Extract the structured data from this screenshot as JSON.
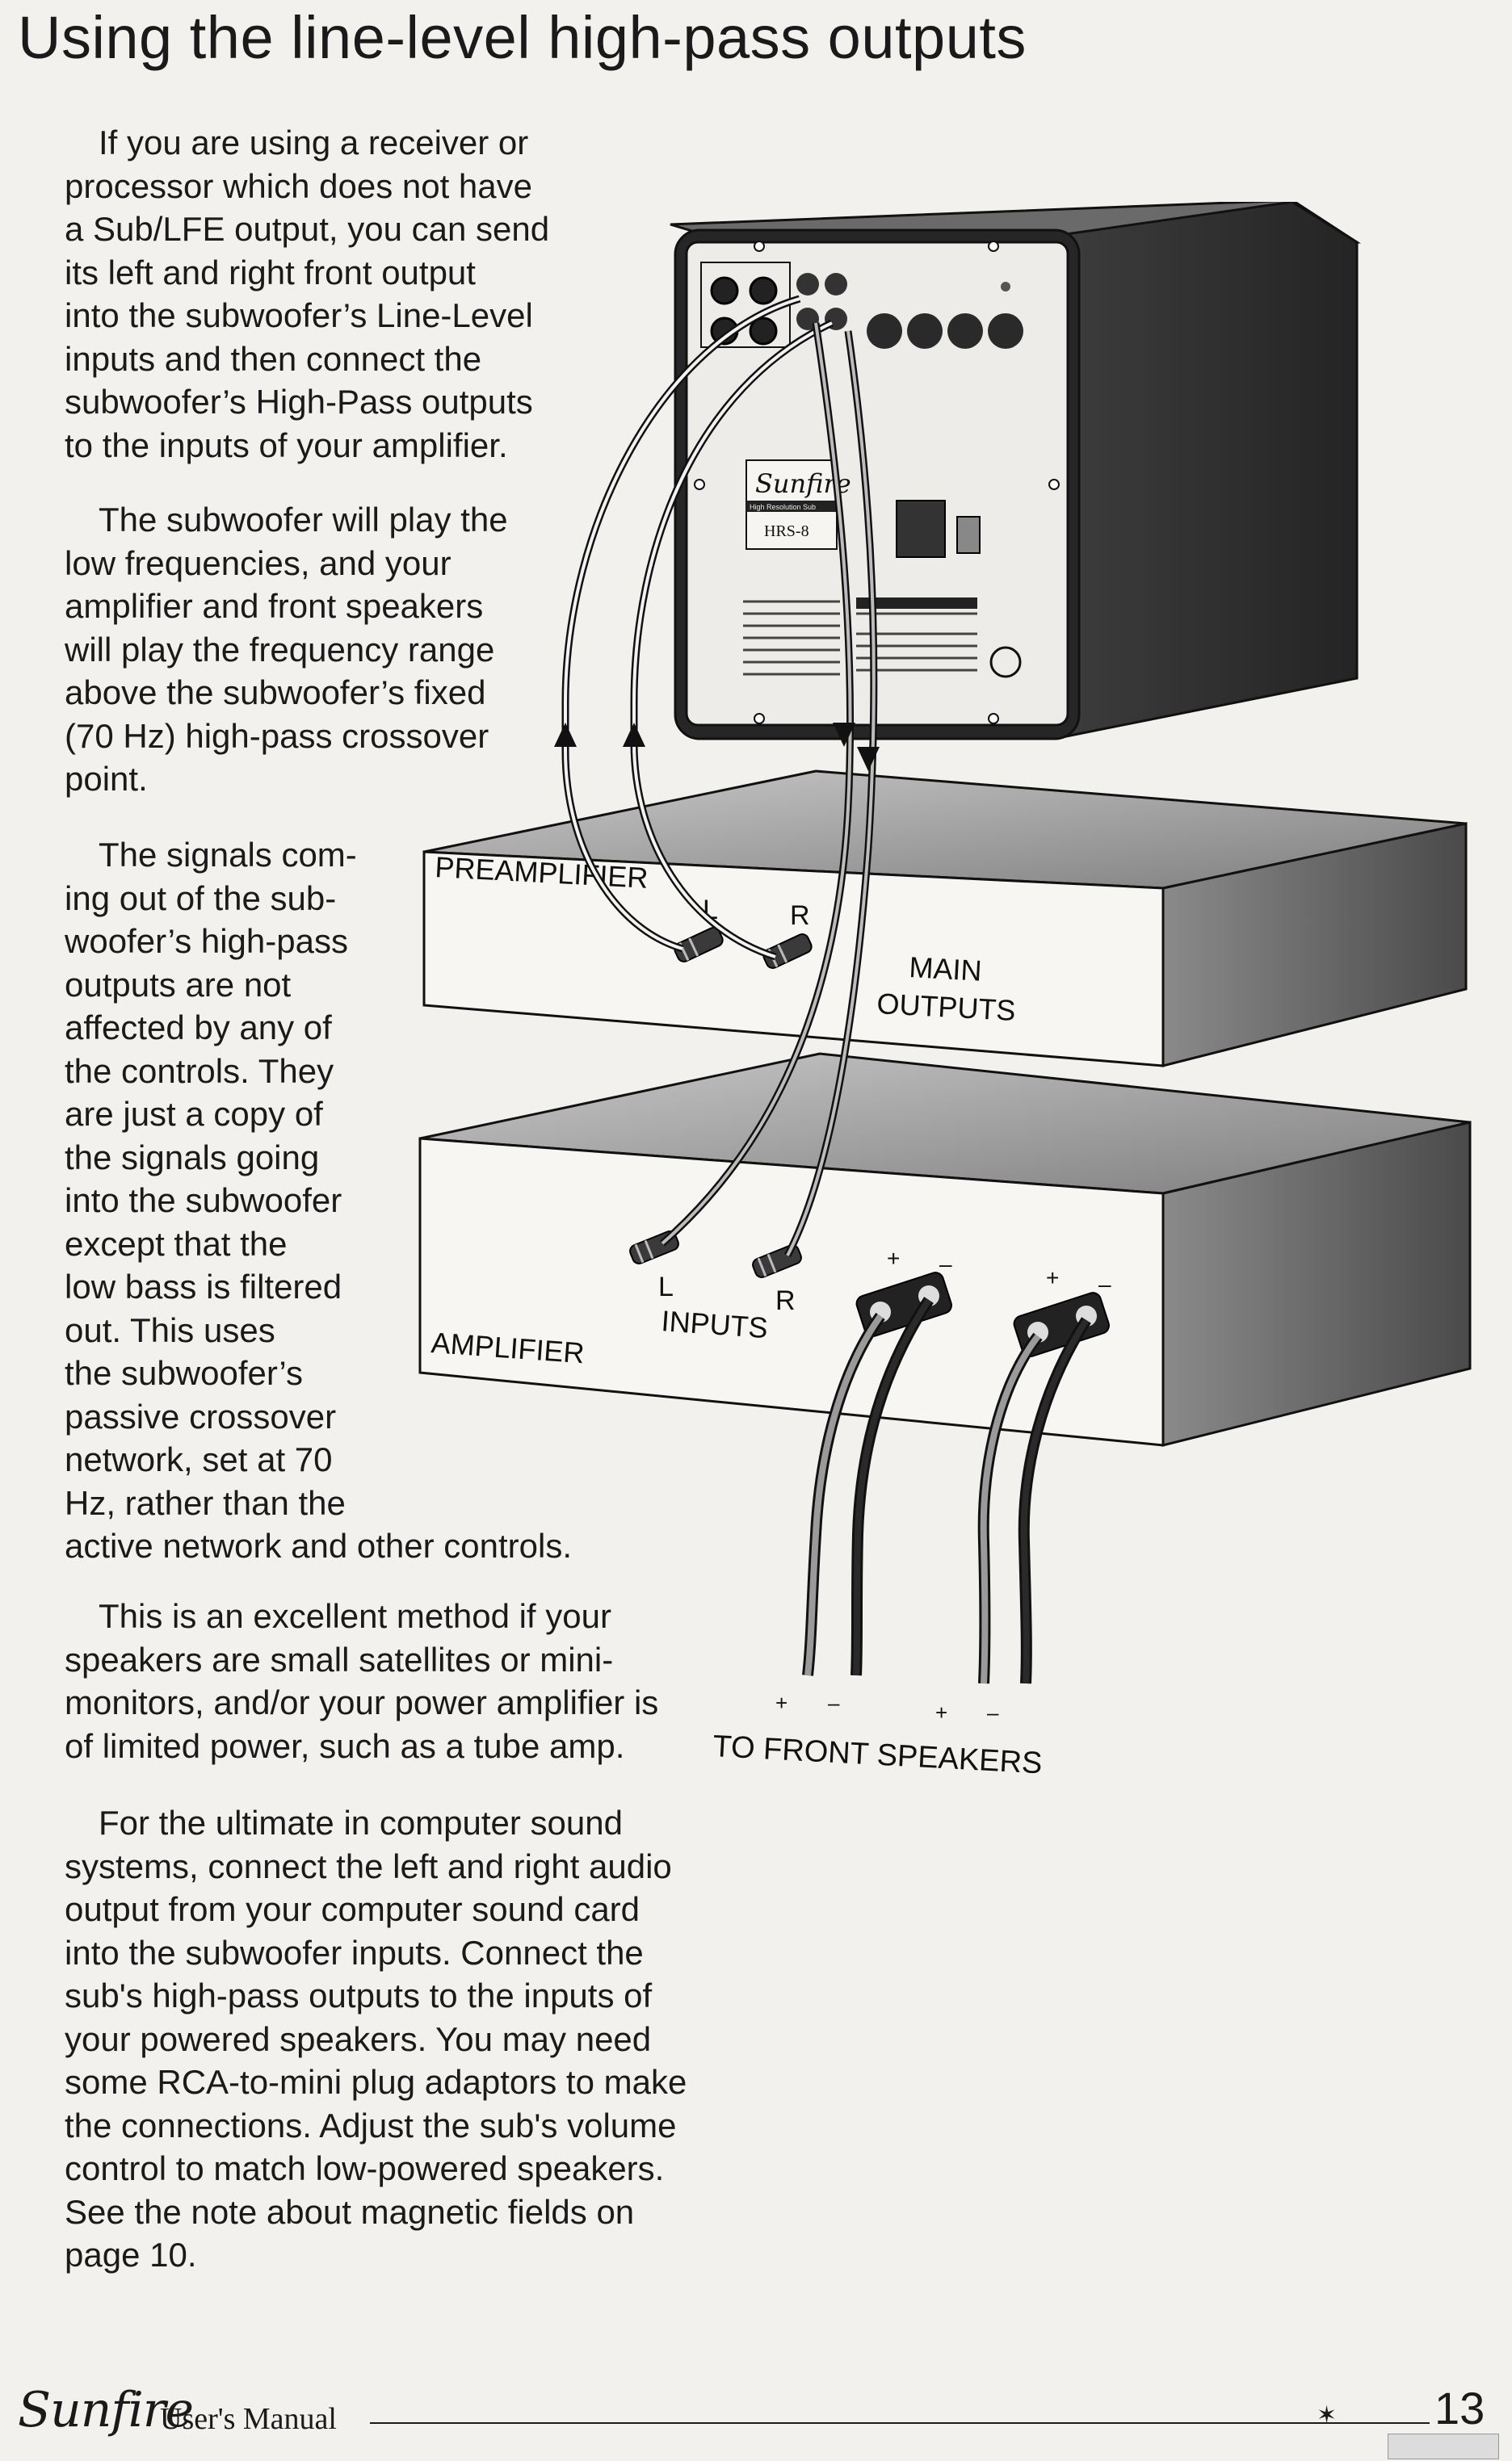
{
  "title": "Using the line-level high-pass outputs",
  "paragraphs": [
    [
      "If you are using a receiver or",
      "processor which does not have",
      "a Sub/LFE output, you can send",
      "its left and right front output",
      "into the subwoofer’s Line-Level",
      "inputs and then connect the",
      "subwoofer’s High-Pass outputs",
      "to the inputs of your amplifier."
    ],
    [
      "The subwoofer will play the",
      "low frequencies, and your",
      "amplifier and front speakers",
      "will play the frequency range",
      "above the subwoofer’s fixed",
      "(70 Hz) high-pass crossover",
      "point."
    ],
    [
      "The signals com-",
      "ing out of the sub-",
      "woofer’s high-pass",
      "outputs are not",
      "affected by any of",
      "the controls. They",
      "are just a copy of",
      "the signals going",
      "into the subwoofer",
      "except that the",
      "low bass is filtered",
      "out. This uses",
      "the subwoofer’s",
      "passive crossover",
      "network, set at 70",
      "Hz, rather than the",
      "active network and other controls."
    ],
    [
      "This is an excellent method if your",
      "speakers are small satellites or mini-",
      "monitors, and/or your power amplifier is",
      "of limited power, such as a tube amp."
    ],
    [
      "For the ultimate in computer sound",
      "systems, connect the left and right audio",
      "output from your computer sound card",
      "into the subwoofer inputs. Connect the",
      "sub's high-pass outputs to the inputs of",
      "your powered speakers. You may need",
      "some RCA-to-mini plug adaptors to make",
      "the connections. Adjust the sub's volume",
      "control to match low-powered speakers.",
      "See the note about magnetic fields on",
      "page 10."
    ]
  ],
  "diagram": {
    "sub_brand": "Sunfire",
    "sub_model": "HRS-8",
    "sub_badge_line": "High Resolution Sub",
    "preamp_label": "PREAMPLIFIER",
    "preamp_l": "L",
    "preamp_r": "R",
    "main_outputs_1": "MAIN",
    "main_outputs_2": "OUTPUTS",
    "amp_label": "AMPLIFIER",
    "amp_l": "L",
    "amp_r": "R",
    "inputs_label": "INPUTS",
    "plus": "+",
    "minus": "–",
    "speakers_label": "TO FRONT SPEAKERS"
  },
  "footer": {
    "brand": "Sunfire",
    "manual": "User's Manual",
    "star": "✶",
    "page_number": "13"
  }
}
